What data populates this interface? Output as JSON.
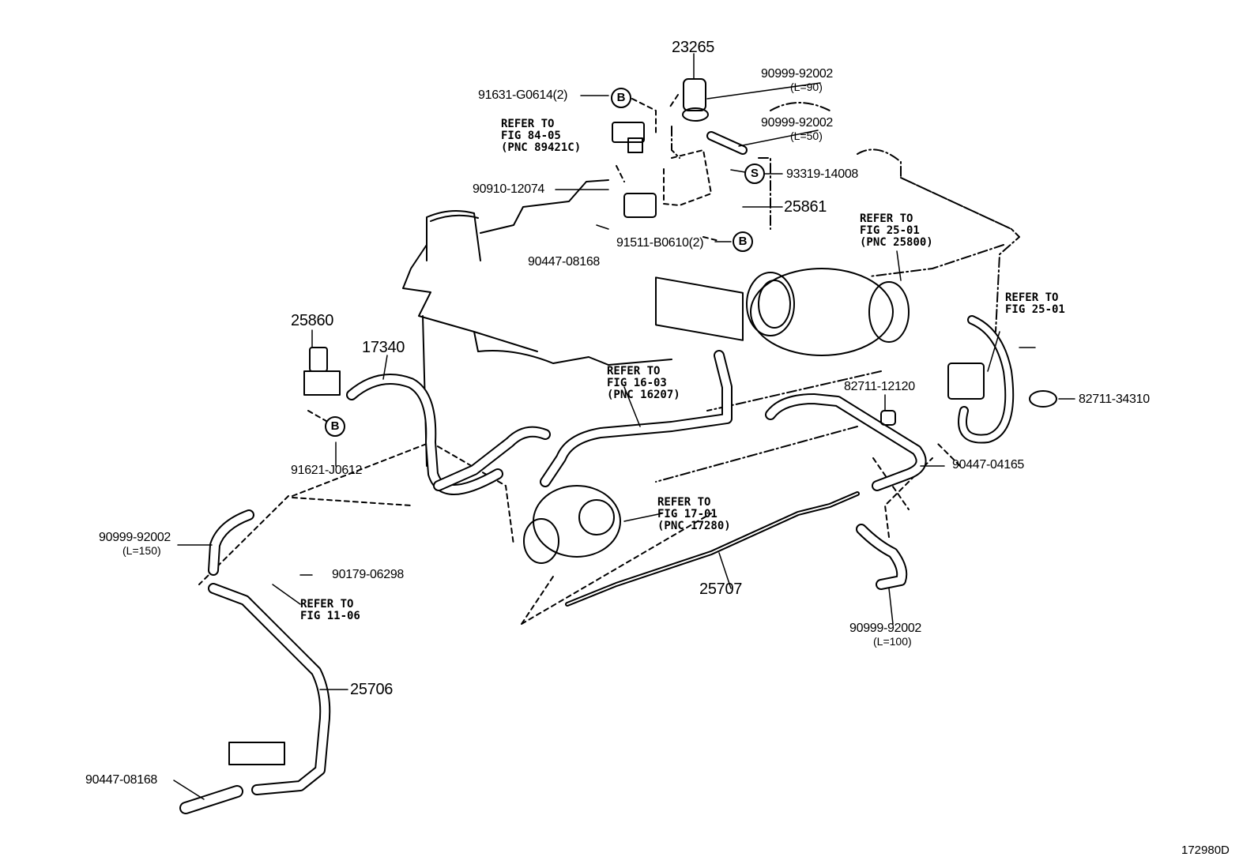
{
  "parts": {
    "p23265": "23265",
    "p90999_92002_a": "90999-92002",
    "p90999_92002_a_len": "(L=90)",
    "p90999_92002_b": "90999-92002",
    "p90999_92002_b_len": "(L=50)",
    "p91631": "91631-G0614(2)",
    "p93319": "93319-14008",
    "p90910": "90910-12074",
    "p25861": "25861",
    "p91511": "91511-B0610(2)",
    "p90447_08168_a": "90447-08168",
    "p25860": "25860",
    "p17340": "17340",
    "p91621": "91621-J0612",
    "p82711_12120": "82711-12120",
    "p82711_34310": "82711-34310",
    "p90447_04165": "90447-04165",
    "p90999_92002_c": "90999-92002",
    "p90999_92002_c_len": "(L=150)",
    "p90179": "90179-06298",
    "p25707": "25707",
    "p90999_92002_d": "90999-92002",
    "p90999_92002_d_len": "(L=100)",
    "p25706": "25706",
    "p90447_08168_b": "90447-08168"
  },
  "refs": {
    "r84": "REFER TO\nFIG 84-05\n(PNC 89421C)",
    "r25a": "REFER TO\nFIG 25-01\n(PNC 25800)",
    "r25b": "REFER TO\nFIG 25-01",
    "r16": "REFER TO\nFIG 16-03\n(PNC 16207)",
    "r17": "REFER TO\nFIG 17-01\n(PNC 17280)",
    "r11": "REFER TO\nFIG 11-06"
  },
  "markers": {
    "b": "B",
    "s": "S"
  },
  "figure_id": "172980D"
}
